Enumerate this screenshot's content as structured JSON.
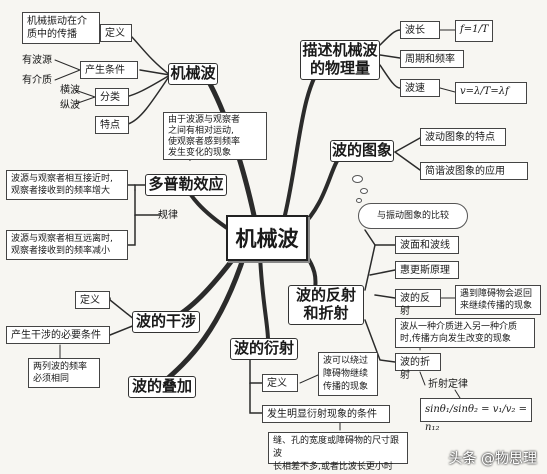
{
  "center": "机械波",
  "mech_wave": {
    "title": "机械波",
    "definition": {
      "label": "定义",
      "text": [
        "机械振动在介",
        "质中的传播"
      ]
    },
    "conditions": {
      "label": "产生条件",
      "items": [
        "有波源",
        "有介质"
      ]
    },
    "classification": {
      "label": "分类",
      "items": [
        "横波",
        "纵波"
      ]
    },
    "features": {
      "label": "特点"
    }
  },
  "physics": {
    "title": [
      "描述机械波",
      "的物理量"
    ],
    "wavelength": "波长",
    "period_freq": "周期和频率",
    "speed": "波速",
    "formula_f": "f=1/T",
    "formula_v": "v=λ/T=λf"
  },
  "doppler": {
    "title": "多普勒效应",
    "desc": [
      "由于波源与观察者",
      "之间有相对运动,",
      "使观察者感到频率",
      "发生变化的现象"
    ],
    "approach": [
      "波源与观察者相互接近时,",
      "观察者接收到的频率增大"
    ],
    "recede": [
      "波源与观察者相互远离时,",
      "观察者接收到的频率减小"
    ],
    "rule": "规律"
  },
  "image": {
    "title": "波的图象",
    "features": "波动图象的特点",
    "application": "简谐波图象的应用"
  },
  "compare_note": "与振动图象的比较",
  "reflection": {
    "title": [
      "波的反射",
      "和折射"
    ],
    "wavefront": "波面和波线",
    "huygens": "惠更斯原理",
    "reflect": "波的反射",
    "reflect_desc": [
      "遇到障碍物会返回",
      "来继续传播的现象"
    ],
    "refract": "波的折射",
    "refract_desc": [
      "波从一种介质进入另一种介质",
      "时,传播方向发生改变的现象"
    ],
    "law": "折射定律",
    "law_formula": "sinθ₁/sinθ₂ = v₁/v₂ = n₁₂"
  },
  "interference": {
    "title": "波的干涉",
    "definition": "定义",
    "necessary": "产生干涉的必要条件",
    "freq_note": [
      "两列波的频率",
      "必须相同"
    ]
  },
  "superposition": {
    "title": "波的叠加"
  },
  "diffraction": {
    "title": "波的衍射",
    "definition": "定义",
    "def_text": [
      "波可以绕过",
      "障碍物继续",
      "传播的现象"
    ],
    "condition": "发生明显衍射现象的条件",
    "condition_text": [
      "缝、孔的宽度或障碍物的尺寸跟波",
      "长相差不多,或者比波长更小时"
    ]
  },
  "watermark": "头条 @物思理"
}
